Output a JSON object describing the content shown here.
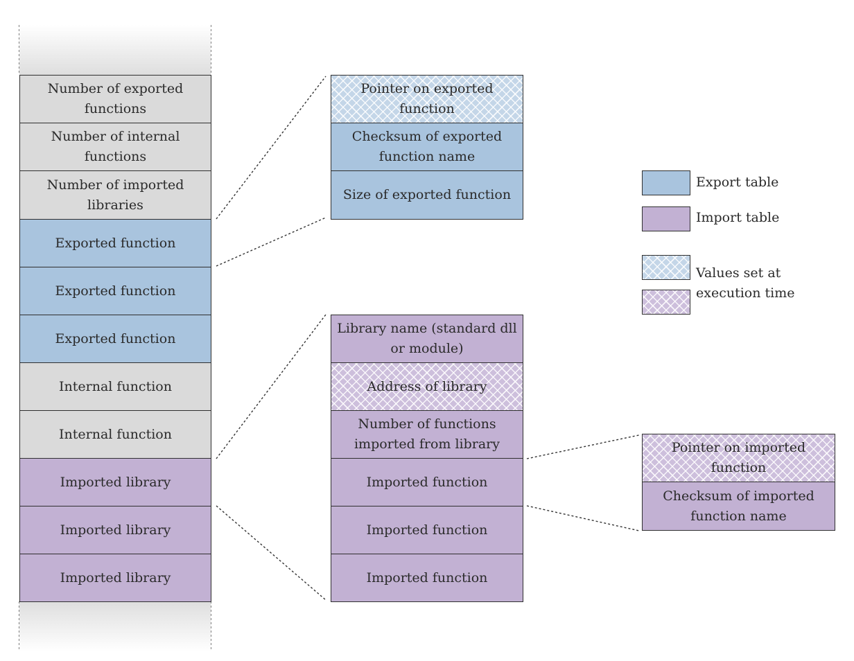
{
  "memory_column": {
    "header_rows": [
      "Number of exported functions",
      "Number of internal functions",
      "Number of imported libraries"
    ],
    "exported_functions": [
      "Exported function",
      "Exported function",
      "Exported function"
    ],
    "internal_functions": [
      "Internal function",
      "Internal function"
    ],
    "imported_libraries": [
      "Imported library",
      "Imported library",
      "Imported library"
    ]
  },
  "export_detail": {
    "rows": [
      "Pointer on exported function",
      "Checksum of exported function name",
      "Size of exported function"
    ]
  },
  "import_detail": {
    "rows": [
      "Library name (standard dll or module)",
      "Address of library",
      "Number of functions imported from library",
      "Imported function",
      "Imported function",
      "Imported function"
    ]
  },
  "imported_function_detail": {
    "rows": [
      "Pointer on imported function",
      "Checksum of imported function name"
    ]
  },
  "legend": {
    "export_table": "Export table",
    "import_table": "Import table",
    "runtime_values": "Values set at execution time"
  },
  "colors": {
    "gray": "#dadada",
    "export_blue": "#a9c4de",
    "import_purple": "#c2b1d3",
    "border": "#2f2f2f"
  }
}
